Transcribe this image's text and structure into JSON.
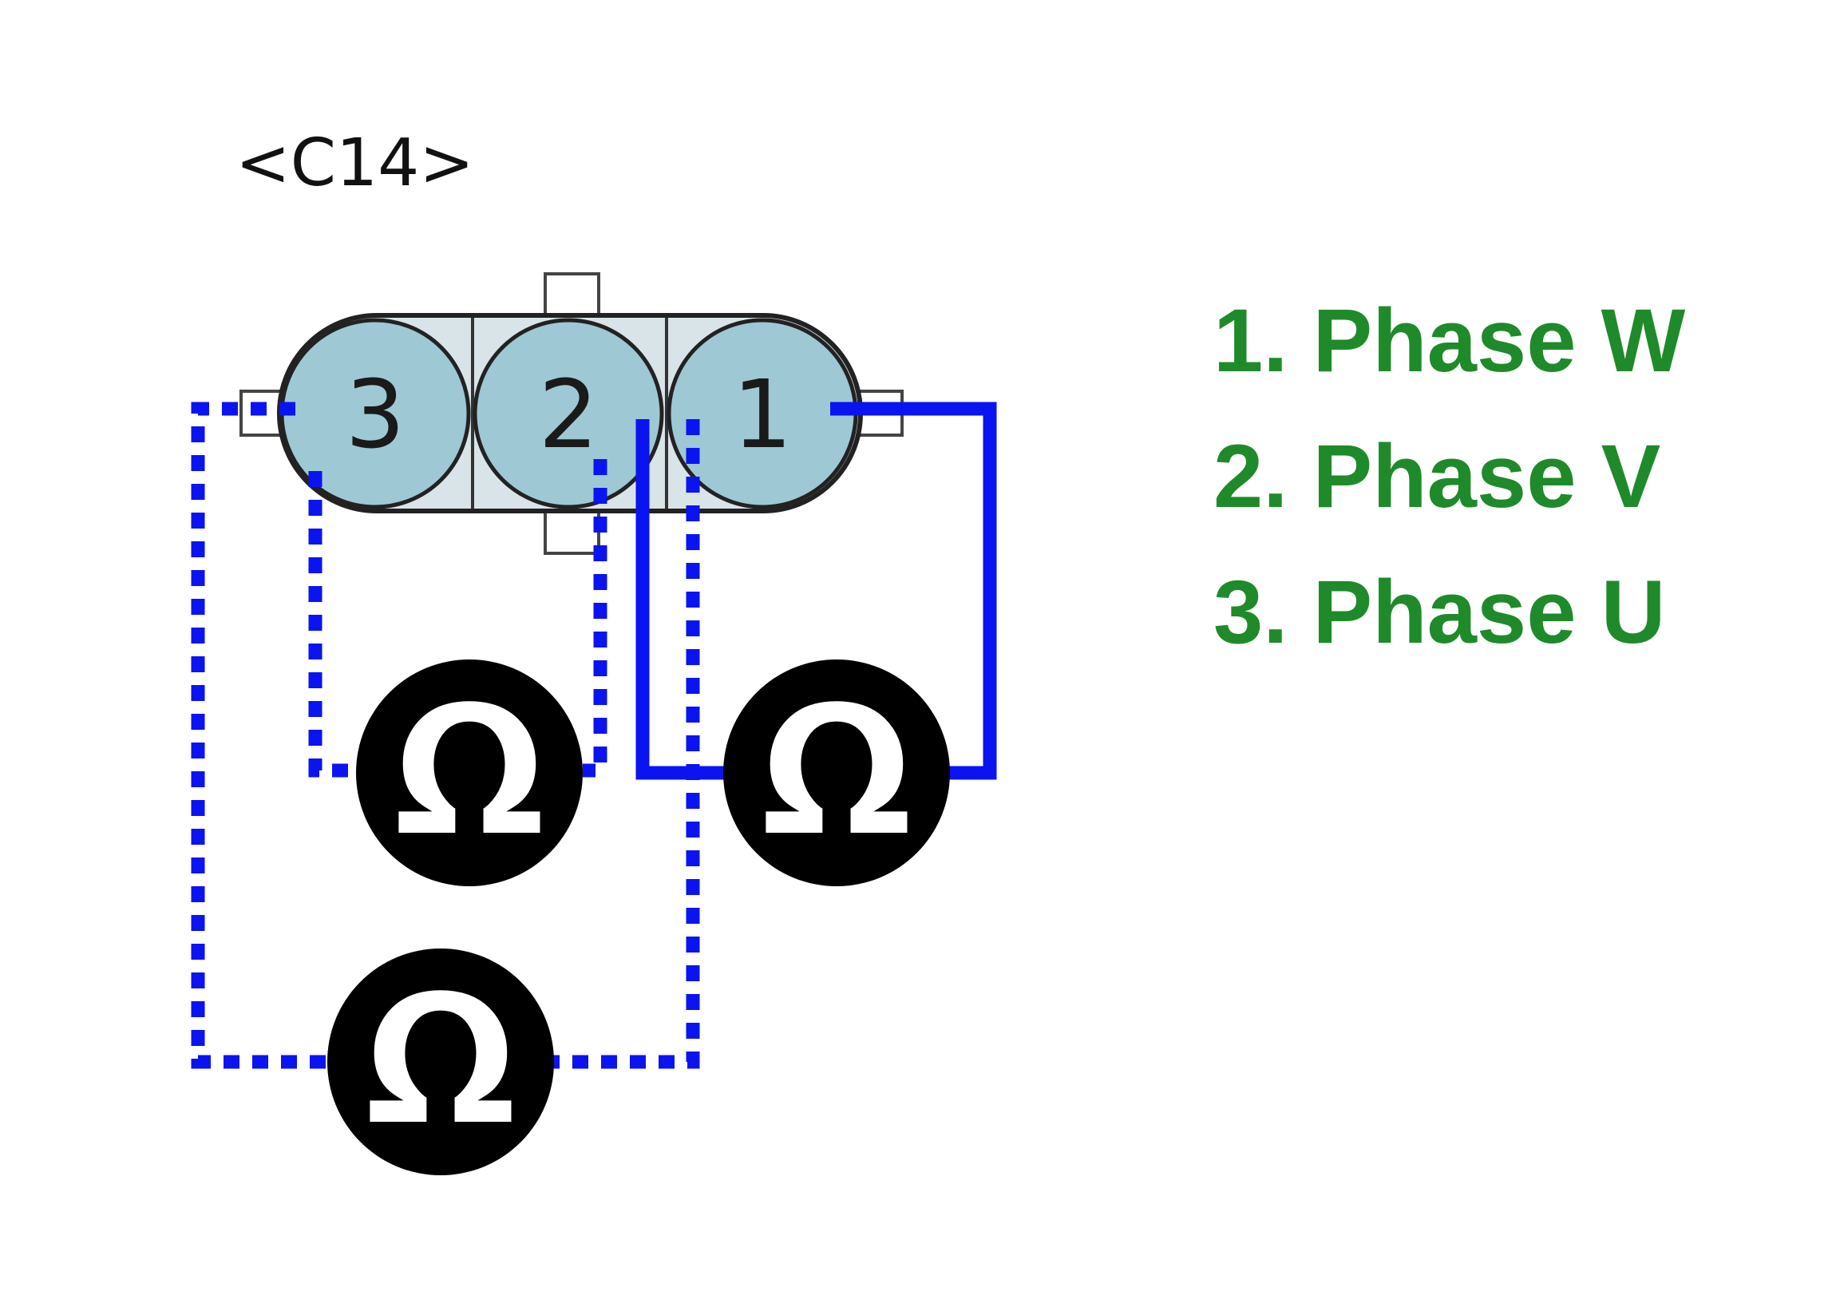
{
  "connector": {
    "id_label": "<C14>",
    "pins": [
      "3",
      "2",
      "1"
    ]
  },
  "legend": [
    "1. Phase W",
    "2. Phase V",
    "3. Phase U"
  ],
  "symbols": {
    "ohmmeter_icon": "ohm-meter-icon",
    "ohm_glyph": "Ω"
  },
  "colors": {
    "wire": "#0a14f0",
    "legend_text": "#1f8a2a",
    "pin_fill": "#9ec8d4",
    "housing_fill": "#d9e4e8",
    "meter_fill": "#000000"
  }
}
